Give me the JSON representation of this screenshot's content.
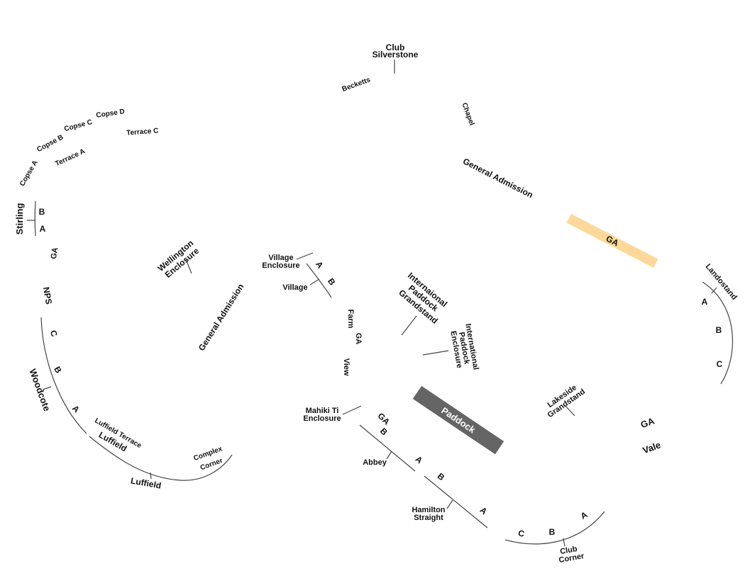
{
  "labels": {
    "club_silverstone_1": "Club",
    "club_silverstone_2": "Silverstone",
    "becketts": "Becketts",
    "chapel": "Chapel",
    "general_admission_top": "General Admission",
    "copse_a": "Copse A",
    "copse_b": "Copse B",
    "copse_c": "Copse C",
    "copse_d": "Copse D",
    "terrace_a": "Terrace A",
    "terrace_c": "Terrace C",
    "stirling": "Stirling",
    "stirling_b": "B",
    "stirling_a": "A",
    "ga_left": "GA",
    "nps": "NPS",
    "woodcote": "Woodcote",
    "woodcote_c": "C",
    "woodcote_b": "B",
    "woodcote_a": "A",
    "luffield_terrace": "Luffield Terrace",
    "luffield_1": "Luffield",
    "luffield_2": "Luffield",
    "complex_corner_1": "Complex",
    "complex_corner_2": "Corner",
    "wellington_1": "Wellington",
    "wellington_2": "Enclosure",
    "general_admission_mid": "General Admission",
    "village_enclosure_1": "Village",
    "village_enclosure_2": "Enclosure",
    "village": "Village",
    "village_a": "A",
    "village_b": "B",
    "farm": "Farm",
    "ga_farm": "GA",
    "view": "View",
    "int_paddock_gs_1": "Internaional",
    "int_paddock_gs_2": "Paddock",
    "int_paddock_gs_3": "Grandstand",
    "int_paddock_enc_1": "International",
    "int_paddock_enc_2": "Paddock",
    "int_paddock_enc_3": "Enclosure",
    "paddock": "Paddock",
    "ga_orange": "GA",
    "landostand": "Landostand",
    "lando_a": "A",
    "lando_b": "B",
    "lando_c": "C",
    "lakeside_1": "Lakeside",
    "lakeside_2": "Grandstand",
    "ga_vale": "GA",
    "vale": "Vale",
    "mahiki_1": "Mahiki Ti",
    "mahiki_2": "Enclosure",
    "ga_abbey": "GA",
    "abbey_b1": "B",
    "abbey": "Abbey",
    "abbey_a": "A",
    "ham_b": "B",
    "hamilton_1": "Hamilton",
    "hamilton_2": "Straight",
    "ham_a": "A",
    "club_c": "C",
    "club_b": "B",
    "club_a": "A",
    "club_corner_1": "Club",
    "club_corner_2": "Corner"
  },
  "colors": {
    "paddock_fill": "#656565",
    "paddock_text": "#ffffff",
    "ga_orange_fill": "#fcd99a",
    "line": "#444444",
    "text": "#111111"
  }
}
